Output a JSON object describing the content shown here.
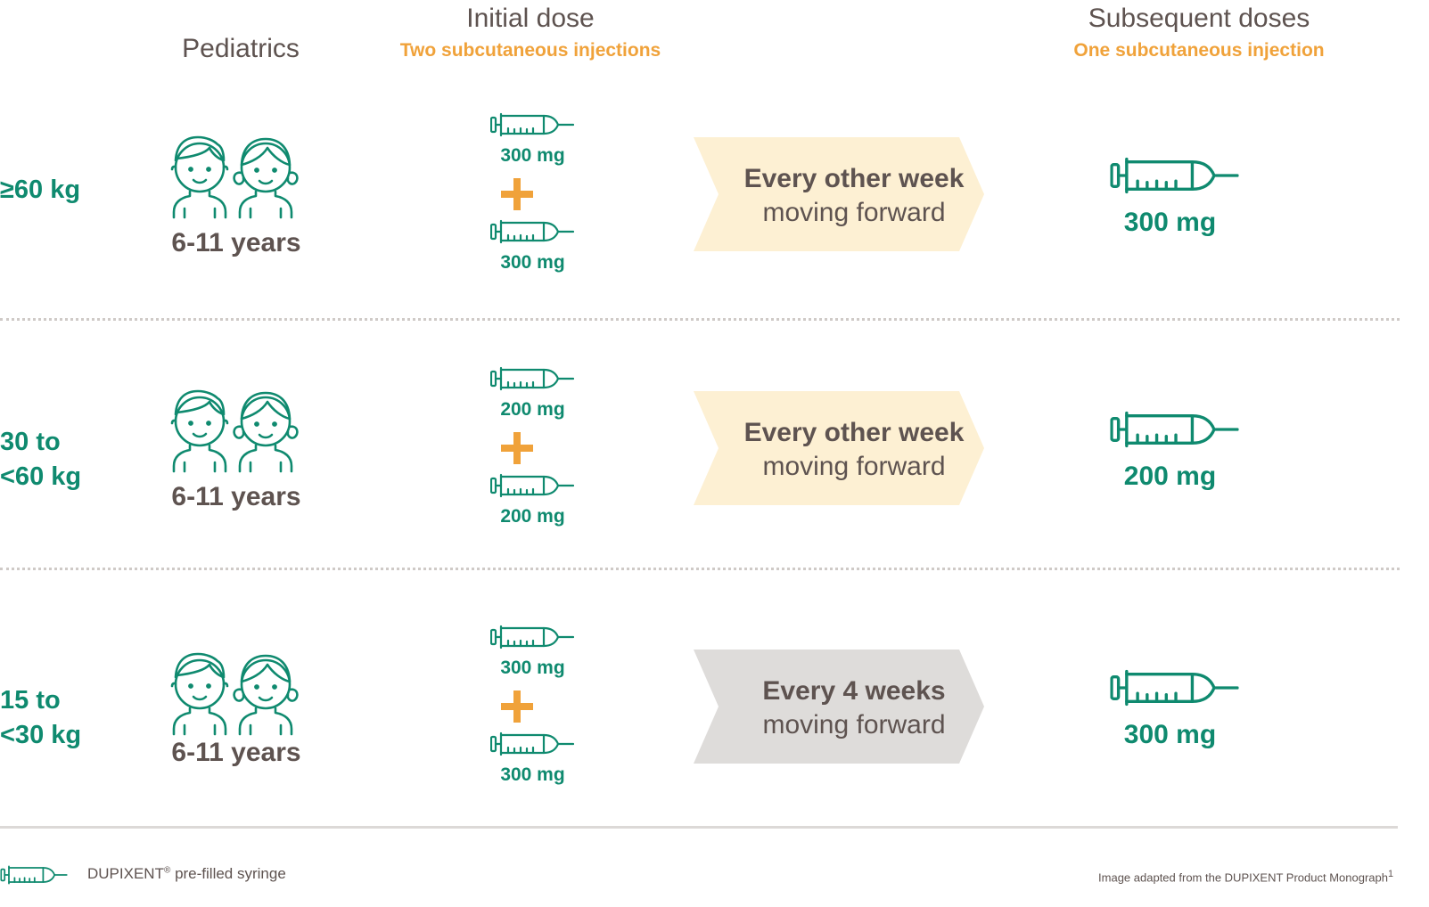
{
  "header": {
    "pediatrics": "Pediatrics",
    "initial_dose": "Initial dose",
    "initial_sub": "Two subcutaneous injections",
    "subsequent_doses": "Subsequent doses",
    "subsequent_sub": "One subcutaneous injection"
  },
  "rows": [
    {
      "weight": "≥60 kg",
      "age": "6-11 years",
      "initial_doses": [
        "300 mg",
        "300 mg"
      ],
      "frequency_bold": "Every other week",
      "frequency_rest": "moving forward",
      "frequency_color": "#fdf0d3",
      "subsequent_dose": "300 mg"
    },
    {
      "weight": "30 to\n<60 kg",
      "age": "6-11 years",
      "initial_doses": [
        "200 mg",
        "200 mg"
      ],
      "frequency_bold": "Every other week",
      "frequency_rest": "moving forward",
      "frequency_color": "#fdf0d3",
      "subsequent_dose": "200 mg"
    },
    {
      "weight": "15 to\n<30 kg",
      "age": "6-11 years",
      "initial_doses": [
        "300 mg",
        "300 mg"
      ],
      "frequency_bold": "Every 4 weeks",
      "frequency_rest": "moving forward",
      "frequency_color": "#dedcda",
      "subsequent_dose": "300 mg"
    }
  ],
  "legend": {
    "brand": "DUPIXENT",
    "reg": "®",
    "label": " pre-filled syringe"
  },
  "source_note": "Image adapted from the DUPIXENT Product Monograph",
  "source_sup": "1",
  "colors": {
    "green": "#0f8a6f",
    "orange": "#f0a23a",
    "text": "#5e5350"
  },
  "icons": {
    "children": "children-icon",
    "syringe": "syringe-icon",
    "plus": "plus-icon"
  }
}
